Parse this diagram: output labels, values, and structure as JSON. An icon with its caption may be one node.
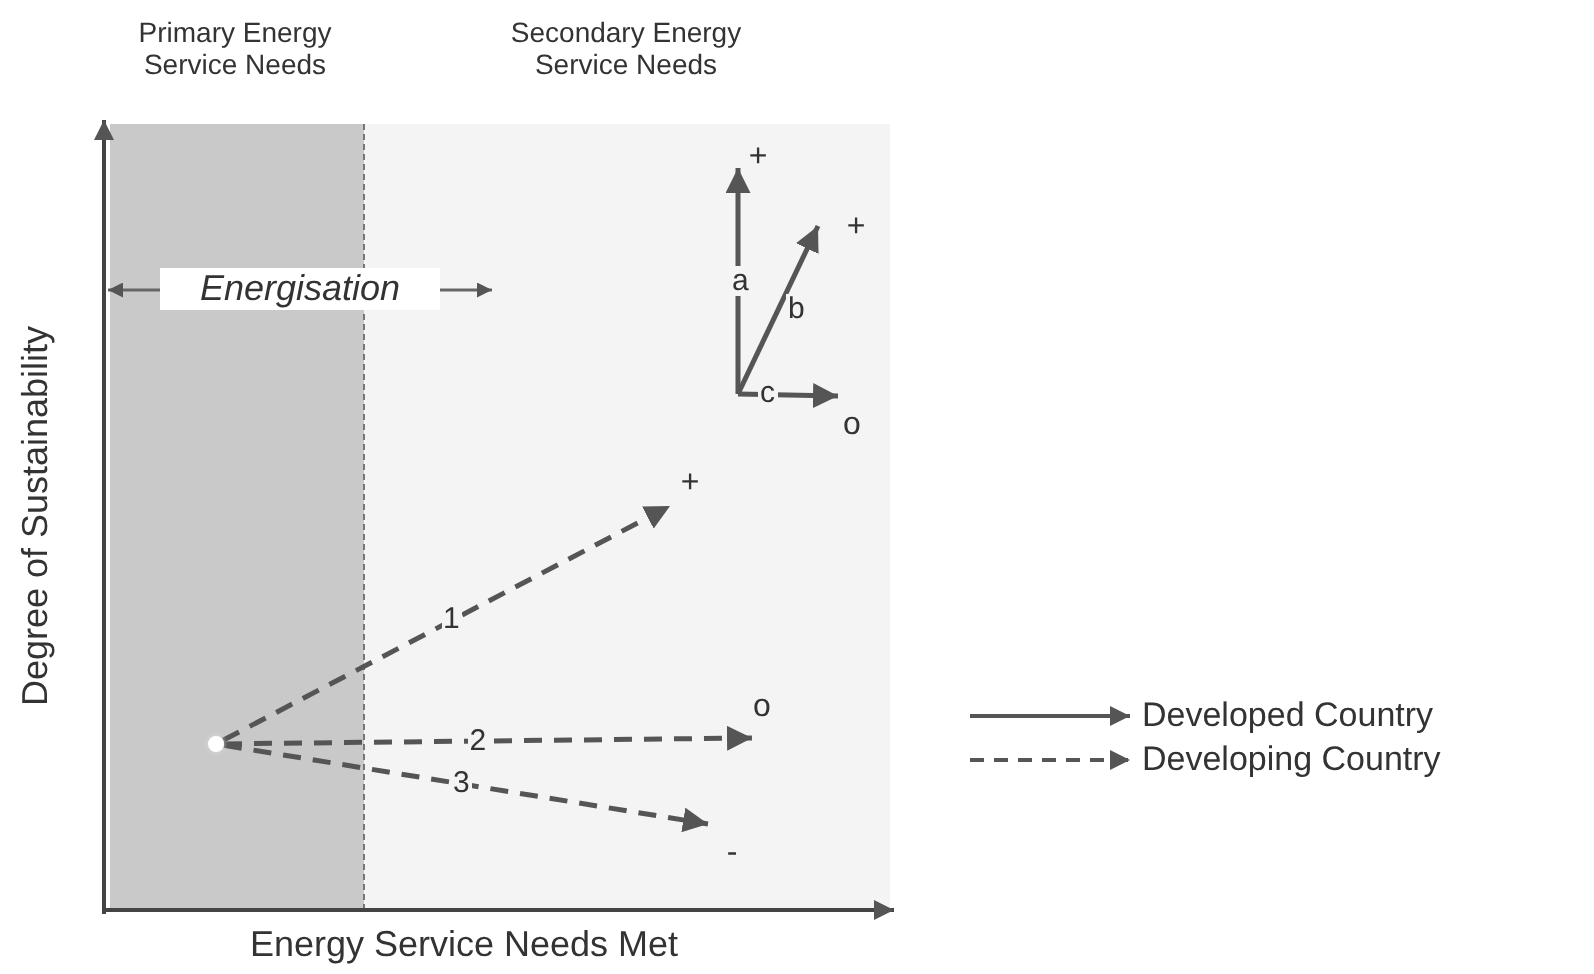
{
  "diagram": {
    "nodes": [
      {
        "text": [],
        "shape": "circle"
      },
      {
        "text": [
          "+"
        ]
      },
      {
        "text": [
          "o"
        ]
      },
      {
        "text": [
          "-"
        ]
      },
      {
        "text": [
          "+"
        ]
      },
      {
        "text": [
          "+"
        ]
      },
      {
        "text": [
          "o"
        ]
      }
    ],
    "edges": [
      {
        "from": 0,
        "to": 1,
        "arrow": "to",
        "style": "dashed",
        "label": "1"
      },
      {
        "from": 0,
        "to": 2,
        "arrow": "to",
        "style": "dashed",
        "label": "2"
      },
      {
        "from": 0,
        "to": 3,
        "arrow": "to",
        "style": "dashed",
        "label": "3"
      },
      {
        "from": null,
        "to": 4,
        "arrow": "to",
        "label": "a"
      },
      {
        "from": null,
        "to": 5,
        "arrow": "to",
        "label": "b"
      },
      {
        "from": null,
        "to": 6,
        "arrow": "to",
        "label": "c"
      }
    ],
    "labels": [
      "Primary Energy Service Needs",
      "Secondary Energy Service Needs",
      "Energisation",
      "Degree of Sustainability",
      "Energy Service Needs Met"
    ],
    "legend": [
      {
        "text": "Developed Country"
      },
      {
        "text": "Developing Country"
      }
    ]
  }
}
